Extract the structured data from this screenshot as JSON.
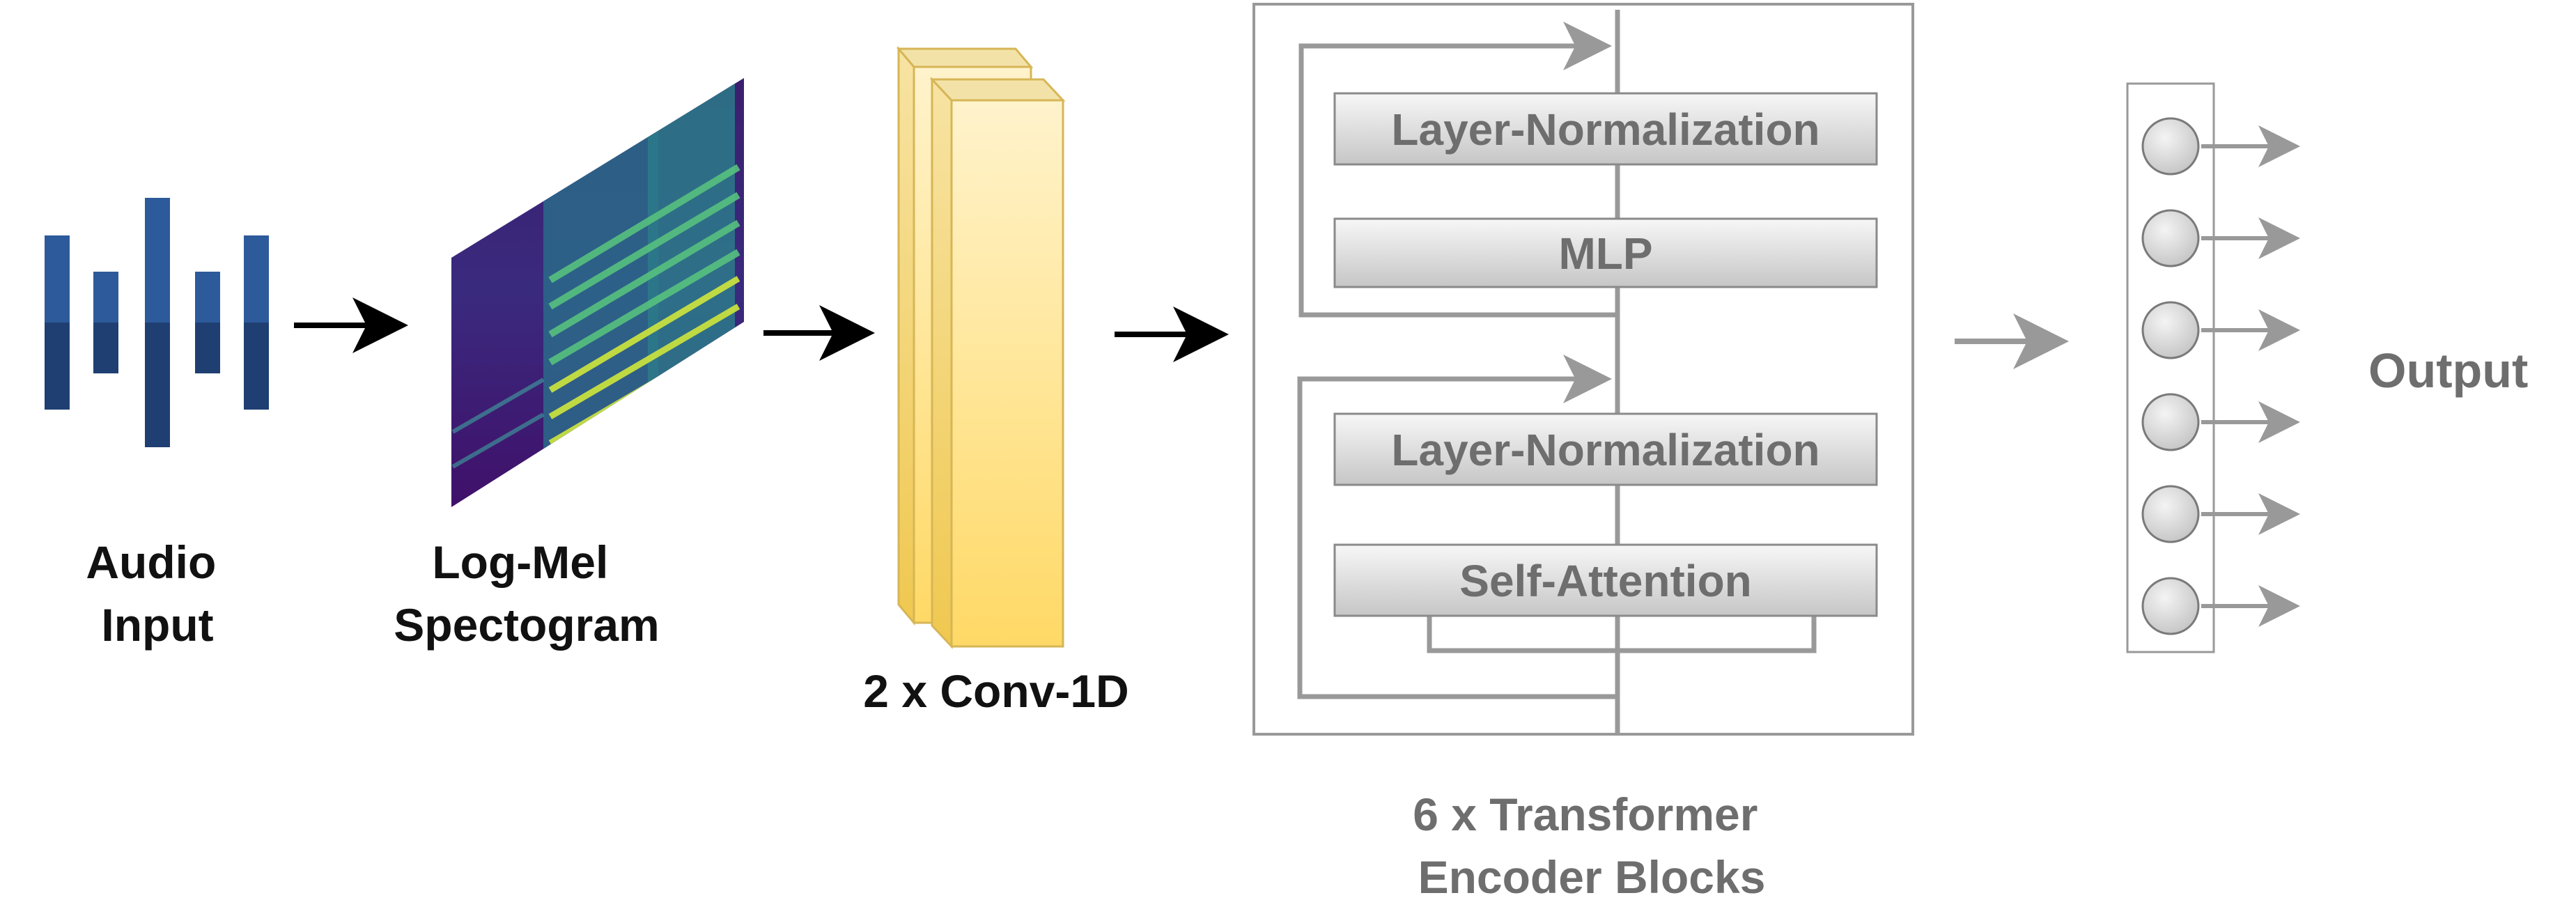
{
  "labels": {
    "audio_input": [
      "Audio",
      "Input"
    ],
    "log_mel": [
      "Log-Mel",
      "Spectogram"
    ],
    "conv": "2 x Conv-1D",
    "transformer": [
      "6 x Transformer",
      "Encoder Blocks"
    ],
    "output": "Output"
  },
  "transformer_block": {
    "layer_norm_1": "Layer-Normalization",
    "mlp": "MLP",
    "layer_norm_2": "Layer-Normalization",
    "self_attention": "Self-Attention"
  },
  "output_node_count": 6,
  "colors": {
    "waveform": "#2a5490",
    "waveform_dark": "#1e3f73",
    "conv_fill_top": "#fff3cc",
    "conv_fill_bottom": "#ffd966",
    "conv_stroke": "#d6b656",
    "gray_line": "#999999",
    "block_fill_top": "#f5f5f5",
    "block_fill_bottom": "#c8c8c8",
    "label_dark": "#111111",
    "label_gray": "#6e6e6e"
  }
}
